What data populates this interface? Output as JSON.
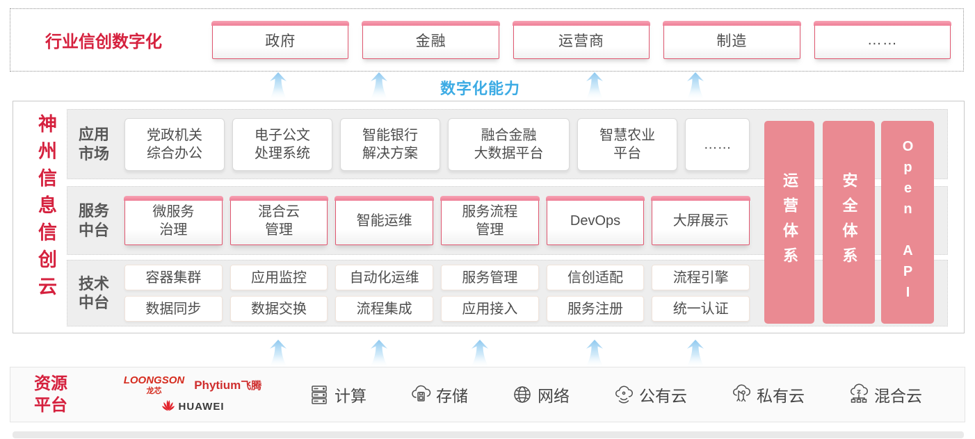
{
  "top_banner": {
    "label": "行业信创数字化",
    "industries": [
      "政府",
      "金融",
      "运营商",
      "制造",
      "……"
    ]
  },
  "capability_label": "数字化能力",
  "platform": {
    "title": "神州信息信创云",
    "app_row": {
      "label": "应用\n市场",
      "items": [
        "党政机关\n综合办公",
        "电子公文\n处理系统",
        "智能银行\n解决方案",
        "融合金融\n大数据平台",
        "智慧农业\n平台",
        "……"
      ]
    },
    "service_row": {
      "label": "服务\n中台",
      "items": [
        "微服务\n治理",
        "混合云\n管理",
        "智能运维",
        "服务流程\n管理",
        "DevOps",
        "大屏展示"
      ]
    },
    "tech_row": {
      "label": "技术\n中台",
      "items_top": [
        "容器集群",
        "应用监控",
        "自动化运维",
        "服务管理",
        "信创适配",
        "流程引擎"
      ],
      "items_bottom": [
        "数据同步",
        "数据交换",
        "流程集成",
        "应用接入",
        "服务注册",
        "统一认证"
      ]
    },
    "side_bars": [
      "运营体系",
      "安全体系",
      "Open API"
    ]
  },
  "resource_platform": {
    "label": "资源\n平台",
    "vendors": {
      "loongson_en": "LOONGSON",
      "loongson_cn": "龙芯",
      "phytium_en": "Phytium",
      "phytium_cn": "飞腾",
      "huawei": "HUAWEI"
    },
    "items": [
      {
        "icon": "compute-icon",
        "label": "计算"
      },
      {
        "icon": "storage-icon",
        "label": "存储"
      },
      {
        "icon": "network-icon",
        "label": "网络"
      },
      {
        "icon": "public-cloud-icon",
        "label": "公有云"
      },
      {
        "icon": "private-cloud-icon",
        "label": "私有云"
      },
      {
        "icon": "hybrid-cloud-icon",
        "label": "混合云"
      }
    ]
  },
  "colors": {
    "accent_red": "#d5213e",
    "bar_pink": "#ea8a92",
    "capability_blue": "#3cabe4",
    "box_border_pink": "#e0566f"
  }
}
